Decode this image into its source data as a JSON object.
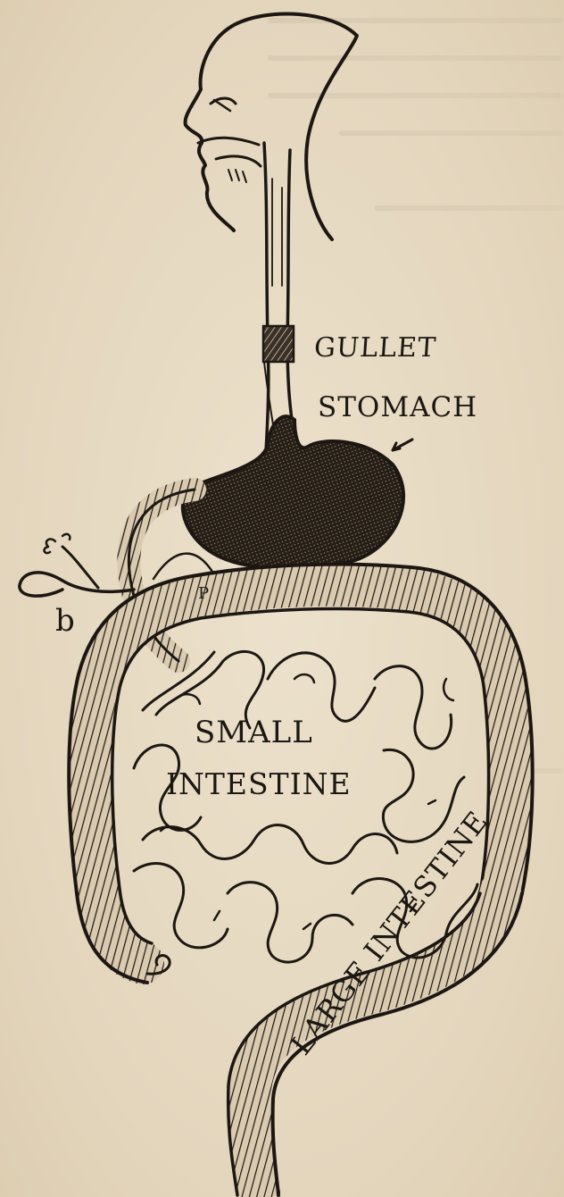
{
  "labels": {
    "gullet": "GULLET",
    "stomach": "STOMACH",
    "small_intestine_line1": "SMALL",
    "small_intestine_line2": "INTESTINE",
    "large_intestine": "LARGE INTESTINE",
    "b": "b",
    "p": "P"
  },
  "colors": {
    "paper": "#e8dcc6",
    "ink": "#1c1712"
  },
  "icons": [
    "head-profile-icon",
    "organ-shading"
  ]
}
